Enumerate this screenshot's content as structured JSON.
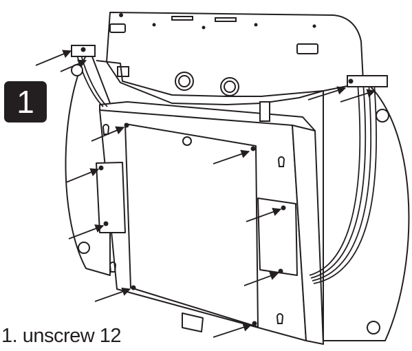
{
  "step": {
    "number": "1"
  },
  "instruction": {
    "text": "1. unscrew 12"
  },
  "colors": {
    "line": "#231f20",
    "badge": "#231f20",
    "background": "#ffffff"
  },
  "callouts": {
    "count": 12,
    "icon": "arrow-icon"
  }
}
